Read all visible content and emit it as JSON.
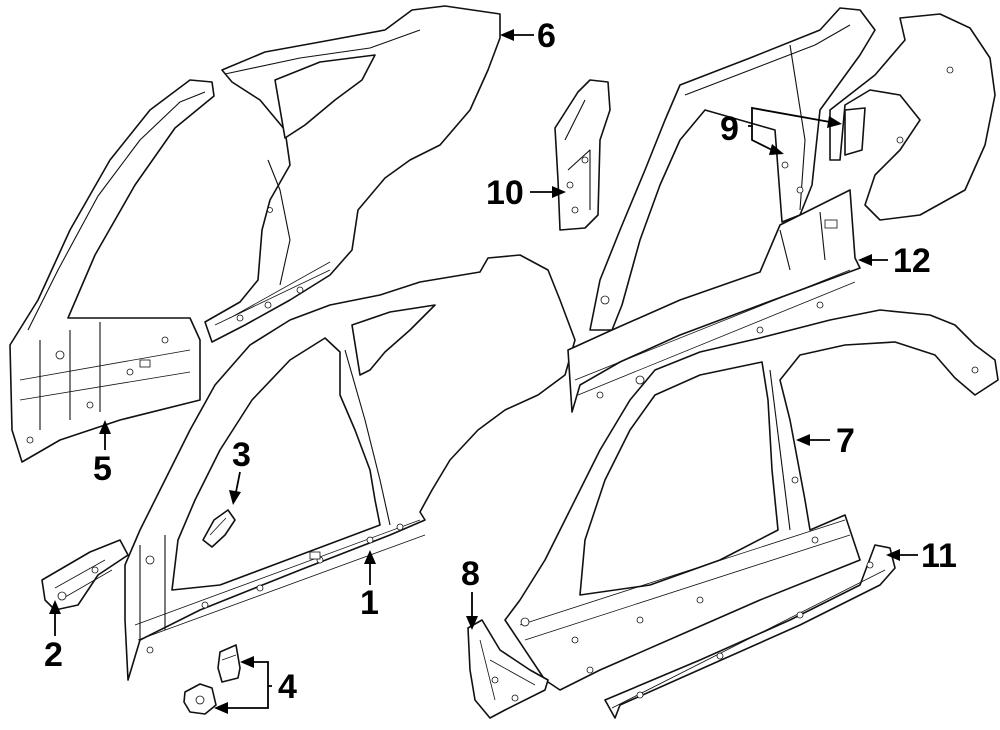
{
  "diagram": {
    "callouts": [
      {
        "id": "1",
        "label": "1"
      },
      {
        "id": "2",
        "label": "2"
      },
      {
        "id": "3",
        "label": "3"
      },
      {
        "id": "4",
        "label": "4"
      },
      {
        "id": "5",
        "label": "5"
      },
      {
        "id": "6",
        "label": "6"
      },
      {
        "id": "7",
        "label": "7"
      },
      {
        "id": "8",
        "label": "8"
      },
      {
        "id": "9",
        "label": "9"
      },
      {
        "id": "10",
        "label": "10"
      },
      {
        "id": "11",
        "label": "11"
      },
      {
        "id": "12",
        "label": "12"
      }
    ]
  },
  "colors": {
    "line": "#111111",
    "background": "#ffffff"
  }
}
